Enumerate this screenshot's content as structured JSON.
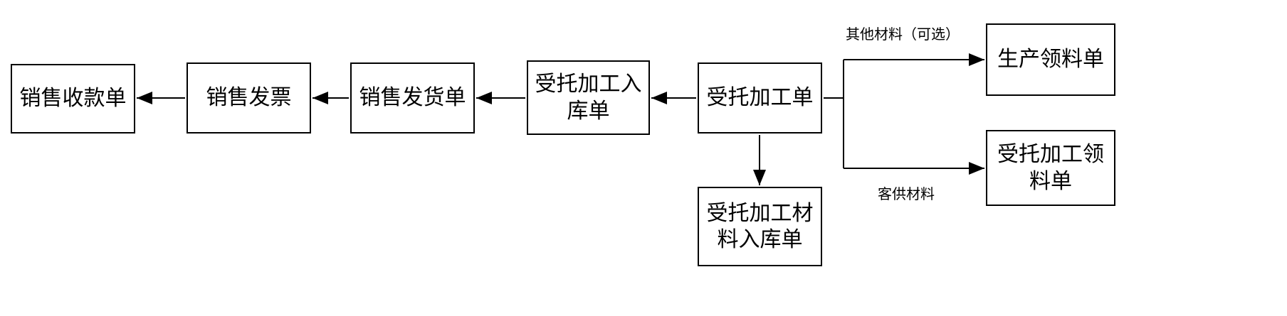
{
  "flowchart": {
    "nodes": {
      "sales_receipt": "销售收款单",
      "sales_invoice": "销售发票",
      "sales_delivery_note": "销售发货单",
      "consigned_processing_inbound": "受托加工入库单",
      "consigned_processing_order": "受托加工单",
      "production_material_requisition": "生产领料单",
      "consigned_processing_material_requisition": "受托加工领料单",
      "consigned_processing_material_inbound": "受托加工材料入库单"
    },
    "edge_labels": {
      "other_materials_optional": "其他材料（可选）",
      "customer_supplied_materials": "客供材料"
    },
    "colors": {
      "border": "#000000",
      "text": "#000000",
      "background": "#ffffff",
      "arrow": "#000000"
    }
  }
}
